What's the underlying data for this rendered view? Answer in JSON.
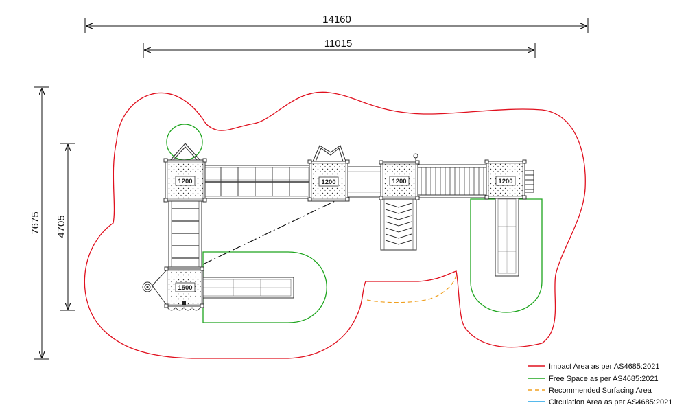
{
  "dimensions": {
    "overall_width": "14160",
    "structure_width": "11015",
    "overall_depth": "7675",
    "structure_depth": "4705"
  },
  "decks": {
    "deck_1": "1200",
    "deck_2": "1200",
    "deck_3": "1200",
    "deck_4": "1200",
    "deck_5": "1500"
  },
  "legend": {
    "impact": {
      "label": "Impact Area as per AS4685:2021",
      "color": "#e0101e"
    },
    "free_space": {
      "label": "Free Space as per AS4685:2021",
      "color": "#1ea51e"
    },
    "surfacing": {
      "label": "Recommended Surfacing Area",
      "color": "#f0a020"
    },
    "circulation": {
      "label": "Circulation Area as per AS4685:2021",
      "color": "#1fa2e6"
    }
  }
}
